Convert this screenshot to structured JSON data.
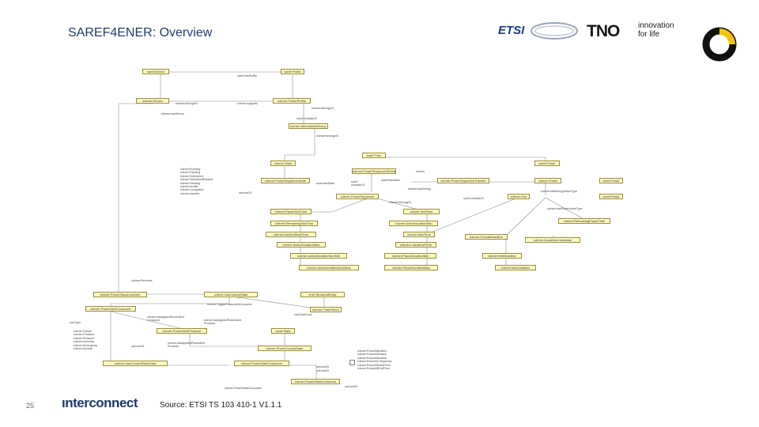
{
  "slide": {
    "title": "SAREF4ENER: Overview",
    "source": "Source: ETSI TS 103 410-1 V1.1.1",
    "page_number": "25",
    "brand": "ınterconnect"
  },
  "logos": {
    "etsi": "ETSI",
    "tno": "TNO",
    "tno_tagline": "innovation\nfor life"
  },
  "diagram": {
    "nodes": [
      {
        "id": "saref-device",
        "label": "saref:Device"
      },
      {
        "id": "saref-profile",
        "label": "saref:Profile"
      },
      {
        "id": "s4ener-device",
        "label": "s4ener:Device"
      },
      {
        "id": "s4ener-power-profile",
        "label": "s4ener:PowerProfile"
      },
      {
        "id": "s4ener-alternatives-group",
        "label": "s4ener:AlternativesGroup"
      },
      {
        "id": "saref-time",
        "label": "saref:Time"
      },
      {
        "id": "s4ener-state",
        "label": "s4ener:State"
      },
      {
        "id": "saref-power",
        "label": "saref:Power"
      },
      {
        "id": "s4ener-power-sequence-state",
        "label": "s4ener:PowerSequenceState"
      },
      {
        "id": "s4ener-power-sequence-slot-value",
        "label": "s4ener:PowerSequenceSlotValue"
      },
      {
        "id": "s4ener-power-sequence",
        "label": "s4ener:PowerSequence"
      },
      {
        "id": "s4ener-power-sequence-transfer",
        "label": "s4ener:PowerSequenceTransfer"
      },
      {
        "id": "s4ener-power",
        "label": "s4ener:Power"
      },
      {
        "id": "saref-power-2",
        "label": "saref:Power"
      },
      {
        "id": "s4ener-slot",
        "label": "s4ener:Slot"
      },
      {
        "id": "saref-power-3",
        "label": "saref:Power"
      },
      {
        "id": "s4ener-pause-slot-time",
        "label": "s4ener:PauseSlotTime"
      },
      {
        "id": "s4ener-slot-time",
        "label": "s4ener:SlotTime"
      },
      {
        "id": "s4ener-remaining-slot-time",
        "label": "s4ener:RemainingSlotTime"
      },
      {
        "id": "s4ener-remaining-pause-time",
        "label": "s4ener:RemainingPauseTime"
      },
      {
        "id": "s4ener-earliest-start-time",
        "label": "s4ener:EarliestStartTime"
      },
      {
        "id": "s4ener-active-duration-min",
        "label": "s4ener:ActiveDurationMin"
      },
      {
        "id": "s4ener-max-time",
        "label": "s4ener:MaxTime"
      },
      {
        "id": "s4ener-overall-deadline",
        "label": "s4ener:OverallDeadline"
      },
      {
        "id": "s4ener-active-duration-max",
        "label": "s4ener:ActiveDurationMax"
      },
      {
        "id": "s4ener-latest-end-time",
        "label": "s4ener:LatestEndTime"
      },
      {
        "id": "s4ener-deadline-immediate",
        "label": "s4ener:DeadlineImmediate"
      },
      {
        "id": "s4ener-active-duration-sum-min",
        "label": "s4ener:ActiveDurationSumMin"
      },
      {
        "id": "s4ener-pause-duration-min",
        "label": "s4ener:PauseDurationMin"
      },
      {
        "id": "s4ener-min-deadline",
        "label": "s4ener:MinDeadline"
      },
      {
        "id": "s4ener-active-duration-sum-max",
        "label": "s4ener:ActiveDurationSumMax"
      },
      {
        "id": "s4ener-pause-duration-max",
        "label": "s4ener:PauseDurationMax"
      },
      {
        "id": "s4ener-max-deadline",
        "label": "s4ener:MaxDeadline"
      },
      {
        "id": "s4ener-power-sequence-alert",
        "label": "s4ener:PowerSequenceAlert"
      },
      {
        "id": "s4ener-use-control-state",
        "label": "s4ener:UseControlState"
      },
      {
        "id": "time-temporal-entity",
        "label": "time:TemporalEntity"
      },
      {
        "id": "s4ener-power-alert-consumer",
        "label": "s4ener:PowerAlertConsumer"
      },
      {
        "id": "s4ener-time-period",
        "label": "s4ener:TimePeriod"
      },
      {
        "id": "s4ener-power-alert-producer",
        "label": "s4ener:PowerAlertProducer"
      },
      {
        "id": "saref-state",
        "label": "saref:State"
      },
      {
        "id": "s4ener-power-control-state",
        "label": "s4ener:PowerControlState"
      },
      {
        "id": "s4ener-user-control-state-data",
        "label": "s4ener:UserControlStateData"
      },
      {
        "id": "s4ener-power-state-consumer",
        "label": "s4ener:PowerStateConsumer"
      },
      {
        "id": "s4ener-power-state-consumer-2",
        "label": "s4ener:PowerStateConsumer"
      }
    ],
    "labels": [
      {
        "id": "lbl-has-profile",
        "text": "saref:hasProfile"
      },
      {
        "id": "lbl-belongs-to-1",
        "text": "s4ener:belongsTo"
      },
      {
        "id": "lbl-supports",
        "text": "s4ener:supports"
      },
      {
        "id": "lbl-belongs-to-2",
        "text": "s4ener:belongsTo"
      },
      {
        "id": "lbl-has-sensor",
        "text": "s4ener:hasSensor"
      },
      {
        "id": "lbl-consists-of",
        "text": "saref:consistsOf"
      },
      {
        "id": "lbl-belongs-to-3",
        "text": "s4ener:belongsTo"
      },
      {
        "id": "lbl-state-list",
        "text": "s4ener:Running\ns4ener:Pausing\ns4ener:Scheduled\ns4ener:ScheduledPaused\ns4ener:Pending\ns4ener:Invalid\ns4ener:Completed\ns4ener:Inactive"
      },
      {
        "id": "lbl-one-of-1",
        "text": "owl:oneOf"
      },
      {
        "id": "lbl-has-state",
        "text": "saref:hasState"
      },
      {
        "id": "lbl-consists",
        "text": "saref:\nconsistsOf"
      },
      {
        "id": "lbl-has-value",
        "text": "saref:hasValue"
      },
      {
        "id": "lbl-has-energy",
        "text": "s4ener:hasEnergy"
      },
      {
        "id": "lbl-belongs-to-4",
        "text": "s4ener:belongsTo"
      },
      {
        "id": "lbl-s4ener",
        "text": "s4ener"
      },
      {
        "id": "lbl-consists-of-2",
        "text": "saref:consistsOf"
      },
      {
        "id": "lbl-has-energy-value-type",
        "text": "s4ener:hasEnergyValueType"
      },
      {
        "id": "lbl-has-power-value-type",
        "text": "s4ener:hasPowerValueType"
      },
      {
        "id": "lbl-performs",
        "text": "s4ener:Performs"
      },
      {
        "id": "lbl-trigger-power-alert",
        "text": "s4ener:TriggerPowerAlertConsumer"
      },
      {
        "id": "lbl-has-time",
        "text": "saref:hasTime"
      },
      {
        "id": "lbl-and-oper",
        "text": "owl:Oper"
      },
      {
        "id": "lbl-applies-1",
        "text": "s4ener:hasAppliedPowerAlert\nConsumer"
      },
      {
        "id": "lbl-applies-2",
        "text": "s4ener:hasAppliedPowerAlert\nProducer"
      },
      {
        "id": "lbl-alert-list",
        "text": "s4ener:Failure\ns4ener:Pressure\ns4ener:Pressure\ns4ener:Intensive\ns4ener:Emergency\ns4ener:Normal"
      },
      {
        "id": "lbl-applies-3",
        "text": "s4ener:hasAppliedPowerAlert\nProducer"
      },
      {
        "id": "lbl-one-of-2",
        "text": "owl:oneOf"
      },
      {
        "id": "lbl-one-of-3",
        "text": "owl:oneOf"
      },
      {
        "id": "lbl-one-of-4",
        "text": "owl:oneOf"
      },
      {
        "id": "lbl-control-list",
        "text": "s4ener:PowerAlteration\ns4ener:PowerAltStates\ns4ener:PowerAlteration\ns4ener:PowerAlt Sequence\ns4ener:PowerAltStartTime\ns4ener:PowerAltEndTime"
      },
      {
        "id": "lbl-one-of-5",
        "text": "owl:oneOf"
      },
      {
        "id": "lbl-state-consumer",
        "text": "s4ener:PowerStateConsumer"
      }
    ]
  }
}
